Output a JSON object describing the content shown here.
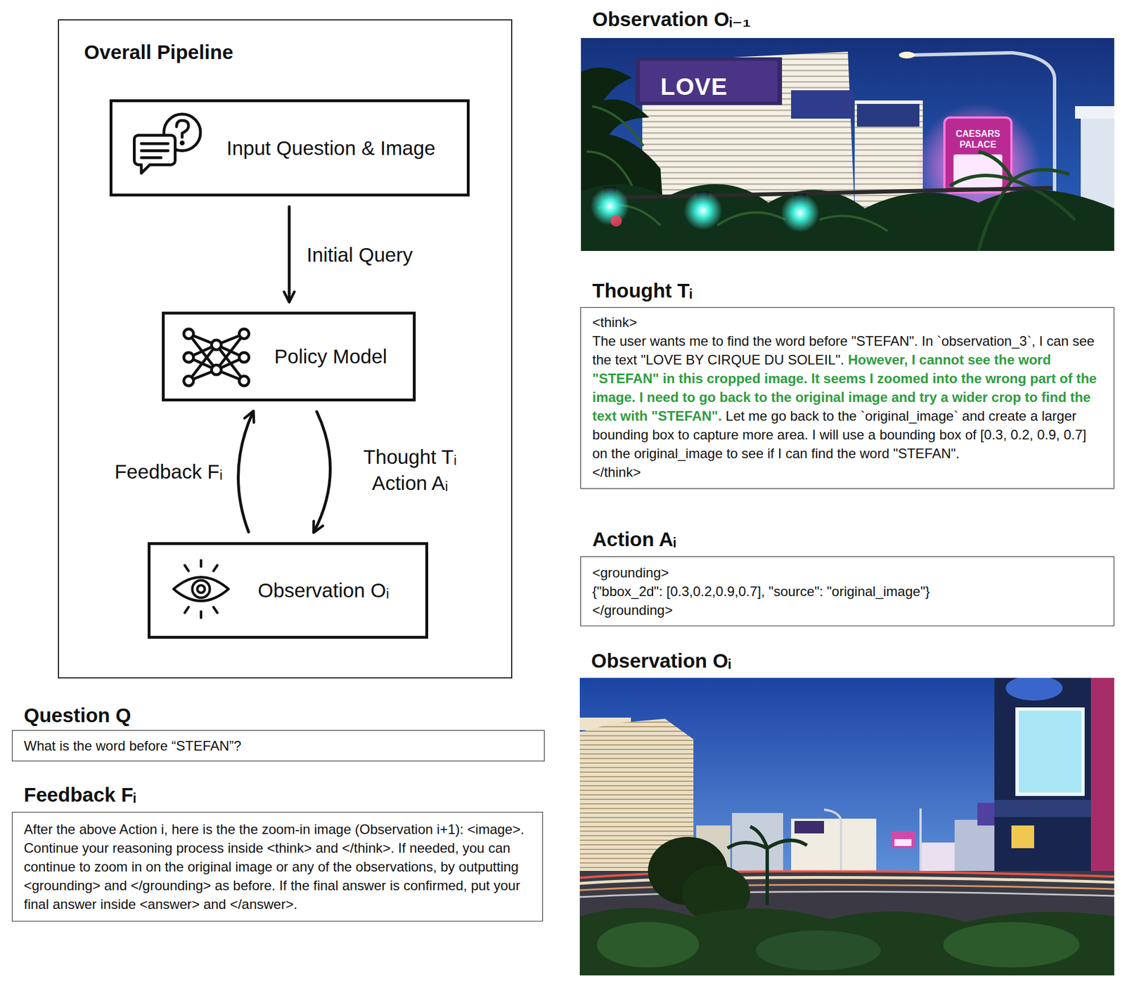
{
  "diagram": {
    "nodes": [
      {
        "text": [
          "Overall Pipeline"
        ]
      },
      {
        "text": [
          "Input Question & Image"
        ],
        "in": 0
      },
      {
        "text": [
          "Policy Model"
        ],
        "in": 0
      },
      {
        "text": [
          "Observation Oᵢ"
        ],
        "in": 0
      },
      {
        "text": [
          "Thought Tᵢ",
          "<think>",
          "The user wants me to find the word before \"STEFAN\". In `observation_3`, I can see the text \"LOVE BY CIRQUE DU SOLEIL\".",
          "However, I cannot see the word \"STEFAN\" in this cropped image. It seems I zoomed into the wrong part of the image. I need to go back to the original image and try a wider crop to find the text with \"STEFAN\".",
          "Let me go back to the `original_image` and create a larger bounding box to capture more area. I will use a bounding box of [0.3, 0.2, 0.9, 0.7] on the original_image to see if I can find the word \"STEFAN\".",
          "</think>"
        ]
      },
      {
        "text": [
          "Action Aᵢ",
          "<grounding>",
          "{\"bbox_2d\": [0.3,0.2,0.9,0.7], \"source\": \"original_image\"}",
          "</grounding>"
        ]
      },
      {
        "text": [
          "Question Q",
          "What is the word before “STEFAN”?"
        ]
      },
      {
        "text": [
          "Feedback Fᵢ",
          "After the above Action i, here is the the zoom-in image (Observation i+1): <image>.",
          "Continue your reasoning process inside <think> and </think>. If needed, you can continue to zoom in on the original image or any of the observations, by outputting <grounding> and </grounding> as before. If the final answer is confirmed, put your final answer inside <answer> and </answer>."
        ]
      }
    ],
    "edges": [
      {
        "from": 1,
        "to": 2,
        "label": "Initial Query",
        "arrow": "to"
      },
      {
        "from": 3,
        "to": 2,
        "label": "Feedback Fᵢ",
        "arrow": "to"
      },
      {
        "from": 2,
        "to": 3,
        "label": "Thought Tᵢ Action Aᵢ",
        "arrow": "to"
      }
    ],
    "labels": [
      "Observation Oᵢ₋₁",
      "LOVE",
      "CAESARS PALACE",
      "Observation Oᵢ"
    ]
  }
}
